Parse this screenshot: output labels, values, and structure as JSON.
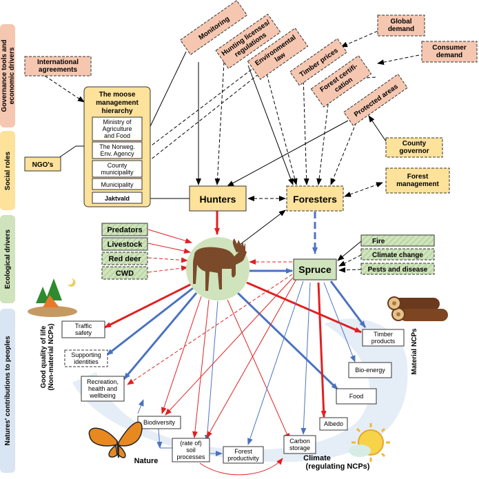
{
  "sidebar": {
    "governance": [
      "Governance tools and",
      "economic drivers"
    ],
    "social": "Social roles",
    "ecological": "Ecological drivers",
    "ncp": "Natures' contributions to peoples"
  },
  "governance": {
    "international": [
      "International",
      "agreements"
    ],
    "monitoring": "Monitoring",
    "hunting_licenses": [
      "Hunting licenses/",
      "regulations"
    ],
    "environmental_law": [
      "Environmental",
      "law"
    ],
    "timber_prices": "Timber prices",
    "forest_cert": [
      "Forest certifi-",
      "cation"
    ],
    "protected_areas": "Protected areas",
    "global_demand": [
      "Global",
      "demand"
    ],
    "consumer_demand": [
      "Consumer",
      "demand"
    ]
  },
  "social": {
    "hierarchy_title": [
      "The moose",
      "management",
      "hierarchy"
    ],
    "ministry": [
      "Ministry of",
      "Agriculture",
      "and Food"
    ],
    "agency": [
      "The Norweg.",
      "Env. Agency"
    ],
    "county_mun": [
      "County",
      "municipality"
    ],
    "municipality": "Municipality",
    "jaktvald": "Jaktvald",
    "ngos": "NGO's",
    "hunters": "Hunters",
    "foresters": "Foresters",
    "county_governor": [
      "County",
      "governor"
    ],
    "forest_management": [
      "Forest",
      "management"
    ]
  },
  "ecological": {
    "predators": "Predators",
    "livestock": "Livestock",
    "red_deer": "Red deer",
    "cwd": "CWD",
    "spruce": "Spruce",
    "fire": "Fire",
    "climate_change": "Climate change",
    "pests": "Pests and disease"
  },
  "ncp": {
    "traffic": [
      "Traffic",
      "safety"
    ],
    "identities": [
      "Supporting",
      "identities"
    ],
    "recreation": [
      "Recreation,",
      "health and",
      "wellbeing"
    ],
    "biodiversity": "Biodiversity",
    "soil": [
      "(rate of)",
      "soil",
      "processes"
    ],
    "forest_prod": [
      "Forest",
      "productivity"
    ],
    "carbon": [
      "Carbon",
      "storage"
    ],
    "albedo": "Albedo",
    "food": "Food",
    "bioenergy": "Bio-energy",
    "timber_products": [
      "Timber",
      "products"
    ]
  },
  "group_labels": {
    "good_quality": [
      "Good quality of life",
      "(Non-material NCPs)"
    ],
    "material": "Material NCPs",
    "nature": "Nature",
    "climate": [
      "Climate",
      "(regulating NCPs)"
    ]
  },
  "colors": {
    "governance_fill": "#f6c7b0",
    "social_fill": "#fce29a",
    "ecological_fill": "#cfe3bc",
    "sidebar_gov": "#f6c7b0",
    "sidebar_social": "#fce29a",
    "sidebar_eco": "#cfe3bc",
    "sidebar_ncp": "#d9e5f3",
    "red_arrow": "#e02020",
    "blue_arrow": "#4a72c0",
    "moose_circle": "#cfe3bc",
    "moose": "#7b4a2a"
  }
}
